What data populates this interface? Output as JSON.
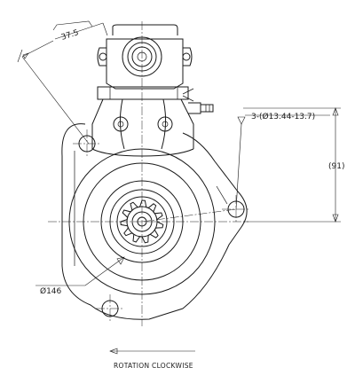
{
  "dimensions": {
    "angle_offset": "37.5",
    "holes_callout": "3-(Ø13.44-13.7)",
    "pcd_ref": "(91)",
    "flange_diameter": "Ø146"
  },
  "note": {
    "rotation": "ROTATION CLOCKWISE"
  }
}
